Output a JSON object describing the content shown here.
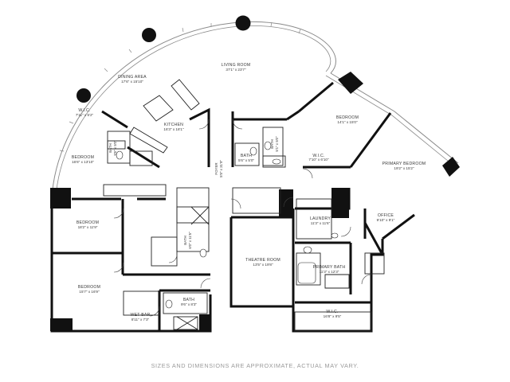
{
  "rooms": {
    "dining": {
      "name": "DINING AREA",
      "dim": "17'6\" x 15'10\""
    },
    "living": {
      "name": "LIVING ROOM",
      "dim": "37'1\" x 23'7\""
    },
    "wic_nw": {
      "name": "W.I.C.",
      "dim": "7'11\" x 5'2\""
    },
    "kitchen": {
      "name": "KITCHEN",
      "dim": "16'3\" x 18'1\""
    },
    "bath_nw": {
      "name": "BATH",
      "dim": "9'6\" x 5'0\""
    },
    "bedroom_nw": {
      "name": "BEDROOM",
      "dim": "16'6\" x 13'10\""
    },
    "bedroom_ne": {
      "name": "BEDROOM",
      "dim": "14'1\" x 15'0\""
    },
    "primary_bedroom": {
      "name": "PRIMARY BEDROOM",
      "dim": "19'2\" x 15'2\""
    },
    "foyer": {
      "name": "FOYER",
      "dim": "5'5\" x 31'9\""
    },
    "bath_c1": {
      "name": "BATH",
      "dim": "5'6\" x 5'0\""
    },
    "bath_c2": {
      "name": "BATH",
      "dim": "5'1\" x 5'0\""
    },
    "wic_ne": {
      "name": "W.I.C.",
      "dim": "7'10\" x 6'10\""
    },
    "bedroom_w": {
      "name": "BEDROOM",
      "dim": "18'2\" x 11'9\""
    },
    "laundry": {
      "name": "LAUNDRY",
      "dim": "11'3\" x 11'6\""
    },
    "office": {
      "name": "OFFICE",
      "dim": "9'10\" x 9'1\""
    },
    "bath_w": {
      "name": "BATH",
      "dim": "6'0\" x 11'5\""
    },
    "theatre": {
      "name": "THEATRE ROOM",
      "dim": "13'5\" x 19'8\""
    },
    "primary_bath": {
      "name": "PRIMARY BATH",
      "dim": "11'3\" x 12'3\""
    },
    "bedroom_sw": {
      "name": "BEDROOM",
      "dim": "15'7\" x 16'9\""
    },
    "bath_s": {
      "name": "BATH",
      "dim": "9'6\" x 8'3\""
    },
    "wet_bar": {
      "name": "WET BAR",
      "dim": "8'11\" x 7'3\""
    },
    "wic_s": {
      "name": "W.I.C.",
      "dim": "16'8\" x 9'5\""
    }
  },
  "disclaimer": "SIZES AND DIMENSIONS ARE APPROXIMATE, ACTUAL MAY VARY.",
  "colors": {
    "wall": "#111111",
    "thin": "#222222",
    "glass": "#888888",
    "paper": "#ffffff",
    "text": "#3a3a3a"
  }
}
